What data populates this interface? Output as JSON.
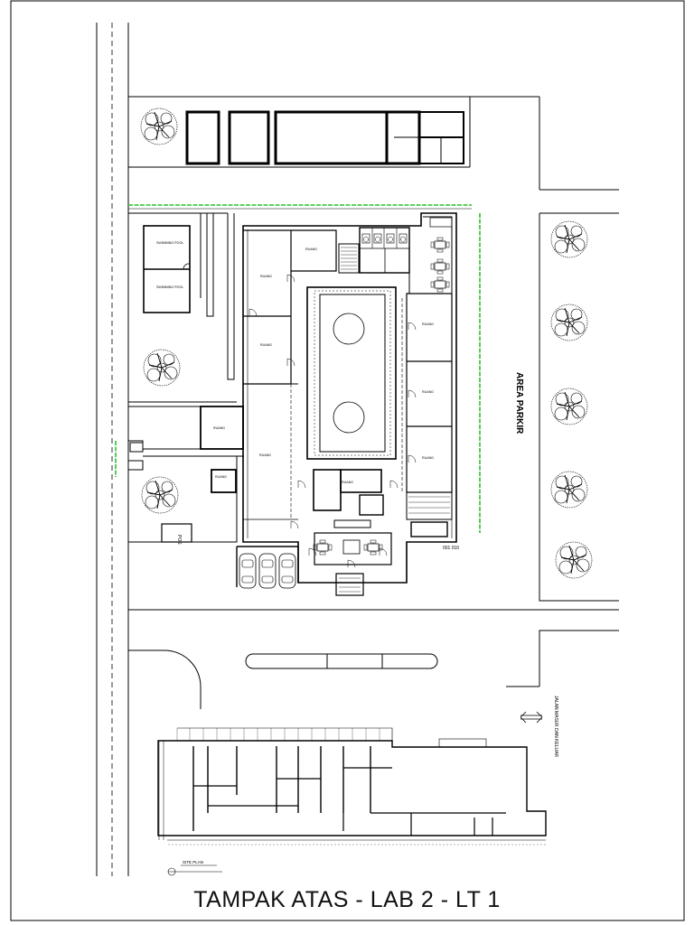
{
  "sheet_title": "TAMPAK ATAS - LAB 2 - LT 1",
  "labels": {
    "parking_area": "AREA PARKIR",
    "entrance_road": "JALAN MASUK DAN KELUAR",
    "site_plan": "SITE PLAN",
    "post": "POS",
    "door_tag": "001 010"
  },
  "room_labels": {
    "pool_upper": "SWIMMING POOL",
    "pool_lower": "SWIMMING POOL",
    "room_a": "RUANG",
    "room_b": "RUANG",
    "room_c": "RUANG",
    "room_d": "RUANG",
    "room_e": "RUANG",
    "room_f": "RUANG",
    "room_g": "RUANG",
    "room_h": "RUANG",
    "room_i": "RUANG",
    "room_j": "RUANG"
  },
  "colors": {
    "line": "#000000",
    "boundary_green": "#2fbf2f",
    "background": "#ffffff"
  }
}
